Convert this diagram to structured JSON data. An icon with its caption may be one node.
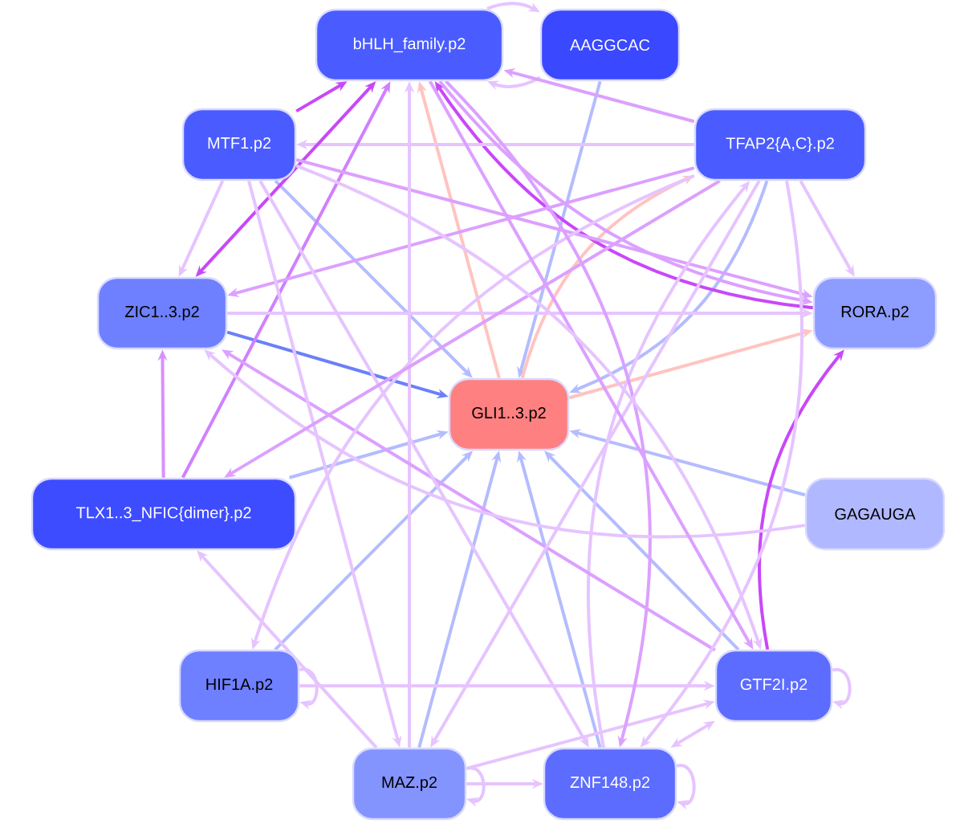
{
  "diagram": {
    "nodes": [
      {
        "text": [
          "bHLH_family.p2"
        ]
      },
      {
        "text": [
          "AAGGCAC"
        ]
      },
      {
        "text": [
          "MTF1.p2"
        ]
      },
      {
        "text": [
          "TFAP2{A,C}.p2"
        ]
      },
      {
        "text": [
          "ZIC1..3.p2"
        ]
      },
      {
        "text": [
          "RORA.p2"
        ]
      },
      {
        "text": [
          "GLI1..3.p2"
        ]
      },
      {
        "text": [
          "TLX1..3_NFIC{dimer}.p2"
        ]
      },
      {
        "text": [
          "GAGAUGA"
        ]
      },
      {
        "text": [
          "HIF1A.p2"
        ]
      },
      {
        "text": [
          "GTF2I.p2"
        ]
      },
      {
        "text": [
          "MAZ.p2"
        ]
      },
      {
        "text": [
          "ZNF148.p2"
        ]
      }
    ],
    "edges": [
      {
        "from": 4,
        "to": 6,
        "arrow": "to",
        "color": "#6a80f8"
      },
      {
        "from": 1,
        "to": 6,
        "arrow": "to",
        "color": "#b4bcff"
      },
      {
        "from": 2,
        "to": 6,
        "arrow": "to",
        "color": "#b4bcff"
      },
      {
        "from": 7,
        "to": 6,
        "arrow": "to",
        "color": "#b4bcff"
      },
      {
        "from": 9,
        "to": 6,
        "arrow": "to",
        "color": "#b4bcff"
      },
      {
        "from": 11,
        "to": 6,
        "arrow": "to",
        "color": "#b4bcff"
      },
      {
        "from": 12,
        "to": 6,
        "arrow": "to",
        "color": "#b4bcff"
      },
      {
        "from": 10,
        "to": 6,
        "arrow": "to",
        "color": "#b4bcff"
      },
      {
        "from": 8,
        "to": 6,
        "arrow": "to",
        "color": "#b4bcff"
      },
      {
        "from": 3,
        "to": 6,
        "arrow": "to",
        "color": "#b4bcff"
      },
      {
        "from": 6,
        "to": 3,
        "arrow": "to",
        "color": "#ffc4c0"
      },
      {
        "from": 6,
        "to": 5,
        "arrow": "to",
        "color": "#ffc4c0"
      },
      {
        "from": 6,
        "to": 0,
        "arrow": "to",
        "color": "#ffc4c0"
      },
      {
        "from": 0,
        "to": 1,
        "arrow": "to"
      },
      {
        "from": 1,
        "to": 0,
        "arrow": "to"
      },
      {
        "from": 2,
        "to": 0,
        "arrow": "to",
        "color": "#c848f8"
      },
      {
        "from": 3,
        "to": 0,
        "arrow": "to",
        "color": "#dca0ff"
      },
      {
        "from": 5,
        "to": 0,
        "arrow": "to",
        "color": "#c848f8"
      },
      {
        "from": 3,
        "to": 2,
        "arrow": "to"
      },
      {
        "from": 2,
        "to": 4,
        "arrow": "to"
      },
      {
        "from": 4,
        "to": 0,
        "arrow": "both",
        "color": "#c848f8"
      },
      {
        "from": 7,
        "to": 0,
        "arrow": "to",
        "color": "#d080ff"
      },
      {
        "from": 7,
        "to": 4,
        "arrow": "to",
        "color": "#d890ff"
      },
      {
        "from": 3,
        "to": 4,
        "arrow": "to",
        "color": "#dca0ff"
      },
      {
        "from": 4,
        "to": 5,
        "arrow": "to"
      },
      {
        "from": 2,
        "to": 5,
        "arrow": "to",
        "color": "#dca0ff"
      },
      {
        "from": 0,
        "to": 5,
        "arrow": "to",
        "color": "#dca0ff"
      },
      {
        "from": 3,
        "to": 5,
        "arrow": "to"
      },
      {
        "from": 10,
        "to": 5,
        "arrow": "to",
        "color": "#c848f8"
      },
      {
        "from": 12,
        "to": 3,
        "arrow": "to"
      },
      {
        "from": 11,
        "to": 0,
        "arrow": "to"
      },
      {
        "from": 10,
        "to": 4,
        "arrow": "to",
        "color": "#dca0ff"
      },
      {
        "from": 11,
        "to": 7,
        "arrow": "to"
      },
      {
        "from": 3,
        "to": 9,
        "arrow": "to"
      },
      {
        "from": 9,
        "to": 10,
        "arrow": "to"
      },
      {
        "from": 9,
        "to": 9,
        "arrow": "to"
      },
      {
        "from": 11,
        "to": 10,
        "arrow": "to"
      },
      {
        "from": 11,
        "to": 12,
        "arrow": "to"
      },
      {
        "from": 12,
        "to": 10,
        "arrow": "both"
      },
      {
        "from": 11,
        "to": 11,
        "arrow": "to"
      },
      {
        "from": 12,
        "to": 12,
        "arrow": "to"
      },
      {
        "from": 10,
        "to": 10,
        "arrow": "to"
      },
      {
        "from": 2,
        "to": 11,
        "arrow": "to"
      },
      {
        "from": 2,
        "to": 12,
        "arrow": "to"
      },
      {
        "from": 0,
        "to": 12,
        "arrow": "to",
        "color": "#dca0ff"
      },
      {
        "from": 3,
        "to": 11,
        "arrow": "to"
      },
      {
        "from": 3,
        "to": 12,
        "arrow": "to"
      },
      {
        "from": 8,
        "to": 4,
        "arrow": "to"
      },
      {
        "from": 0,
        "to": 10,
        "arrow": "to",
        "color": "#dca0ff"
      },
      {
        "from": 3,
        "to": 7,
        "arrow": "to",
        "color": "#dca0ff"
      },
      {
        "from": 2,
        "to": 10,
        "arrow": "to"
      }
    ]
  }
}
